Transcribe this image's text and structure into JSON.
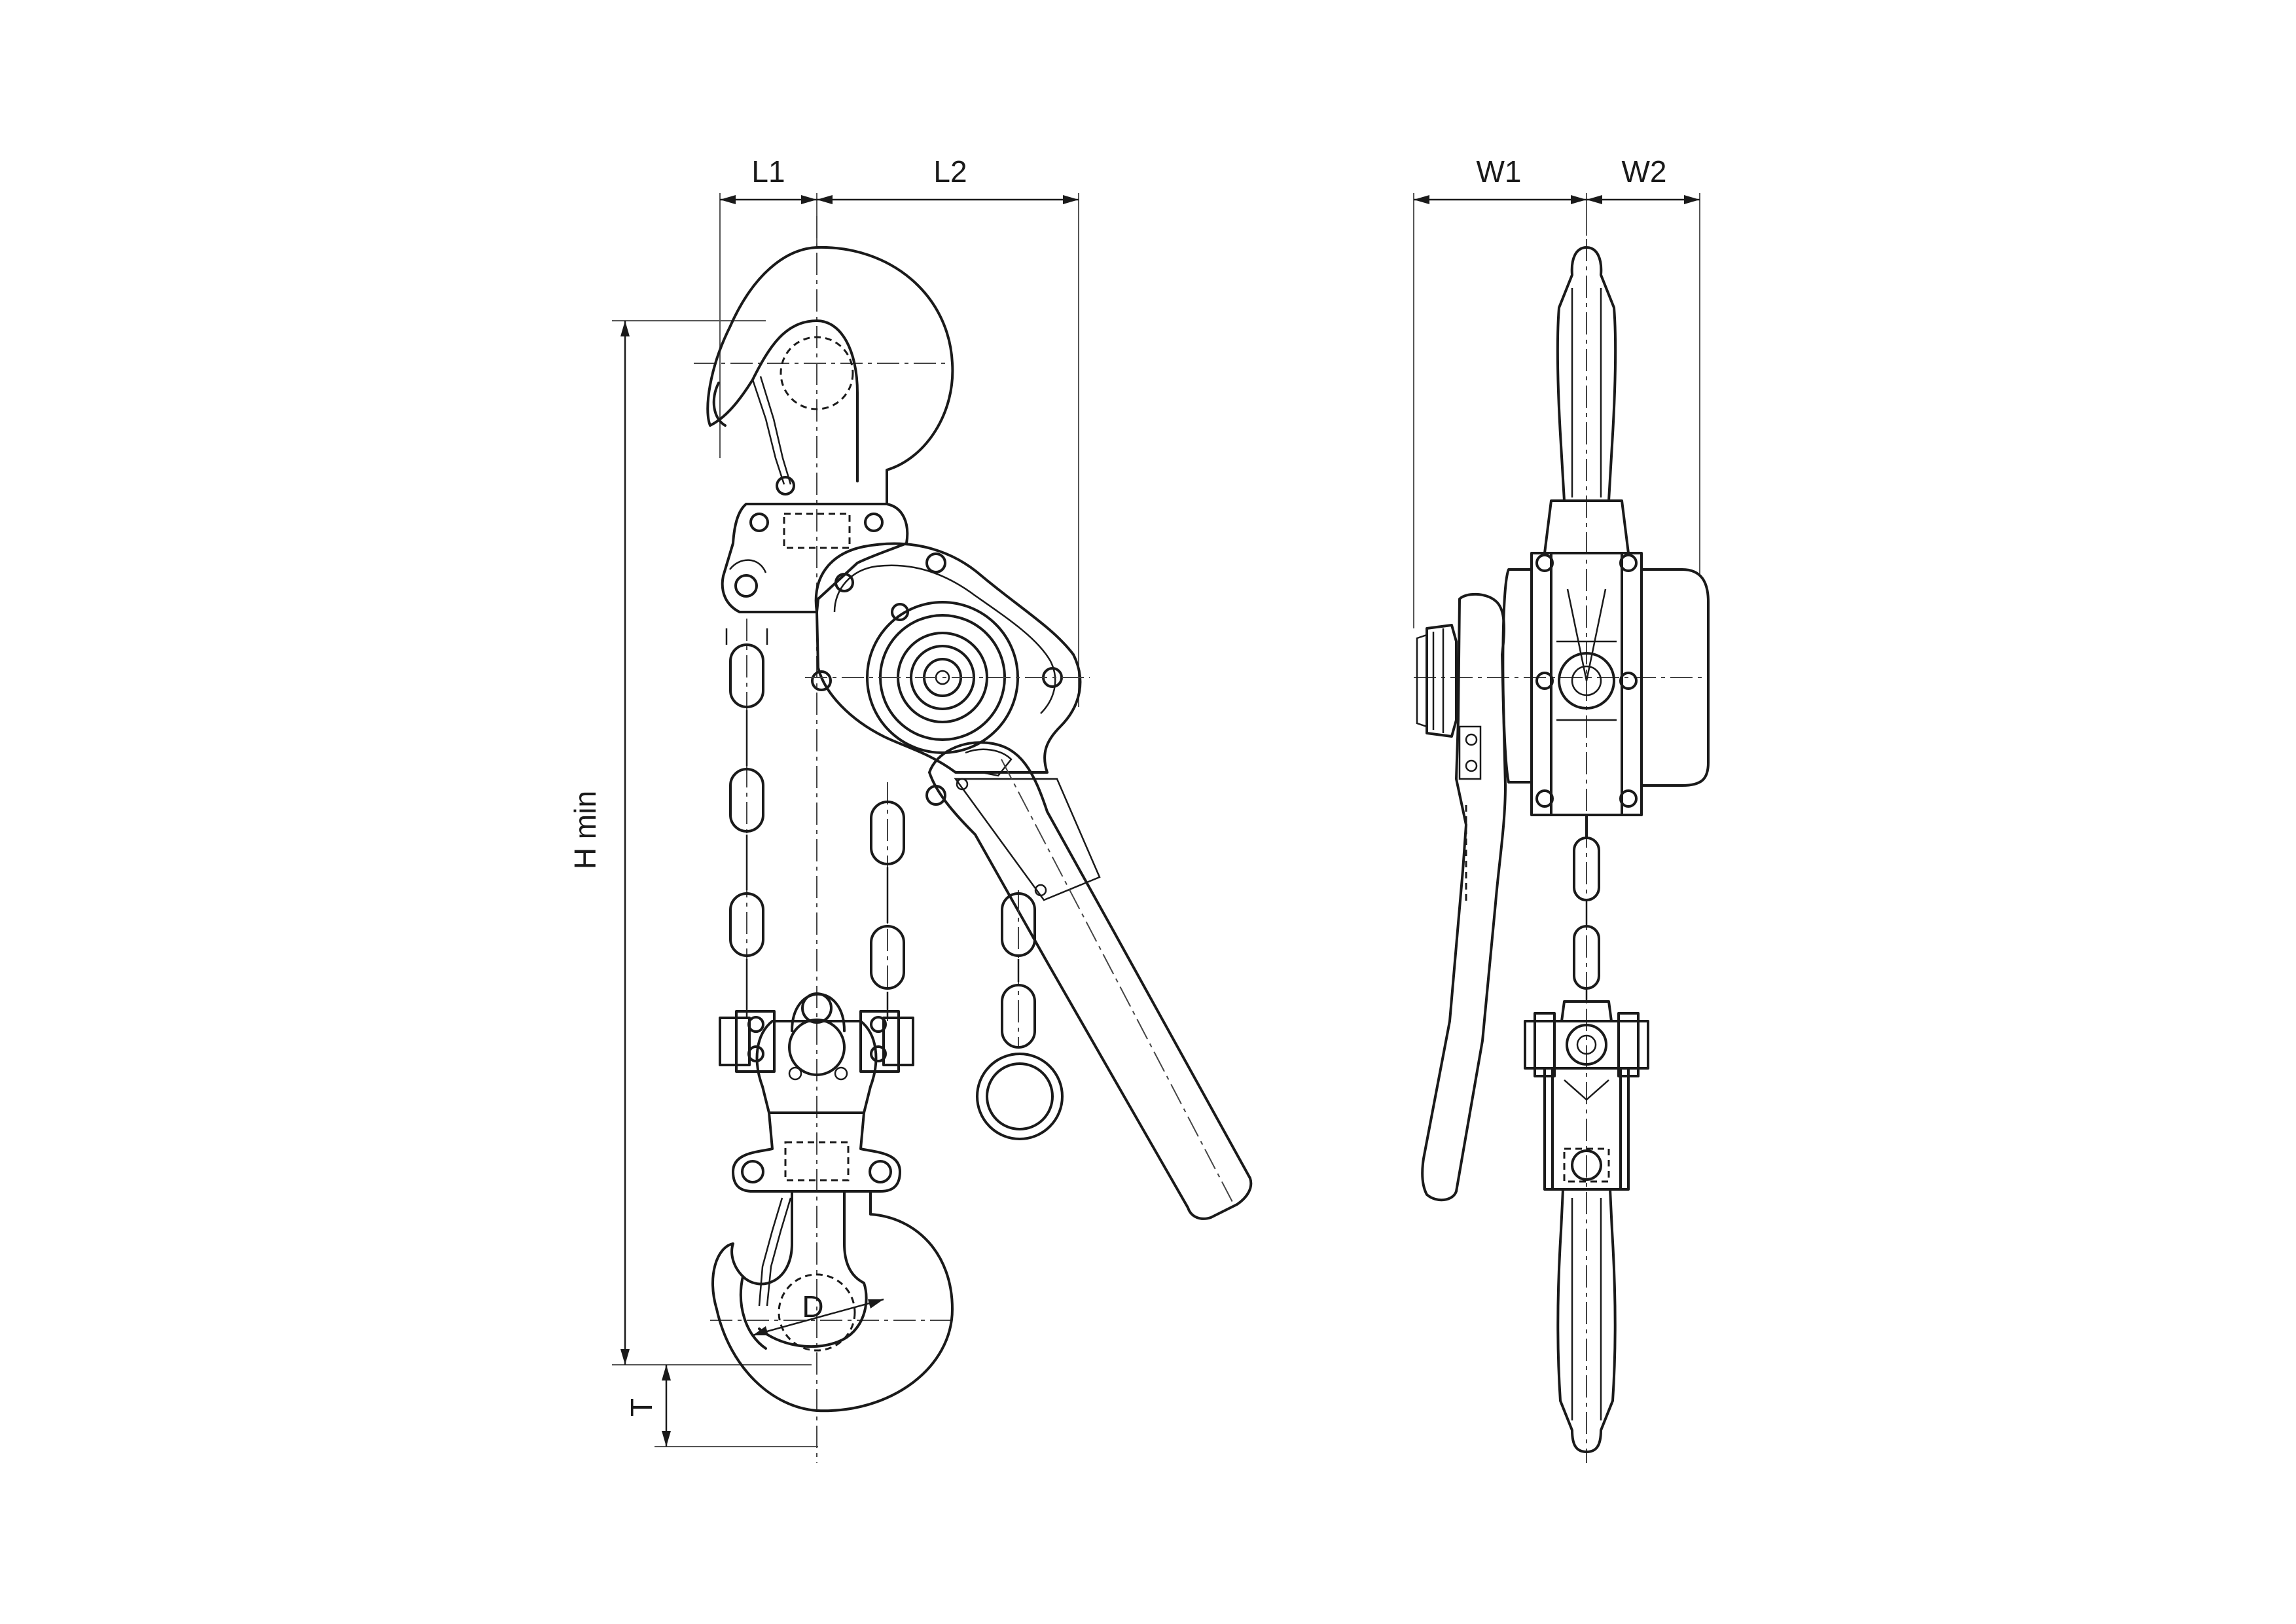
{
  "dimension_labels": {
    "l1": "L1",
    "l2": "L2",
    "w1": "W1",
    "w2": "W2",
    "h_min": "H min",
    "t": "T",
    "d": "D"
  },
  "colors": {
    "line": "#1a1a1a",
    "background": "#ffffff"
  }
}
